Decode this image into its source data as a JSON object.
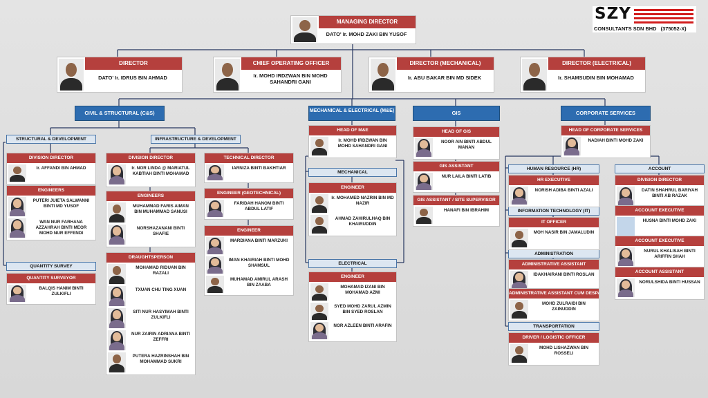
{
  "logo": {
    "brand": "SZY",
    "company": "CONSULTANTS SDN BHD",
    "reg": "(375052-X)"
  },
  "md": {
    "title": "MANAGING DIRECTOR",
    "name": "DATO' Ir. MOHD ZAKI BIN YUSOF"
  },
  "directors": [
    {
      "title": "DIRECTOR",
      "name": "DATO' Ir. IDRUS BIN AHMAD"
    },
    {
      "title": "CHIEF OPERATING OFFICER",
      "name": "Ir. MOHD IRDZWAN BIN MOHD SAHANDRI GANI"
    },
    {
      "title": "DIRECTOR (MECHANICAL)",
      "name": "Ir. ABU BAKAR BIN MD SIDEK"
    },
    {
      "title": "DIRECTOR (ELECTRICAL)",
      "name": "Ir. SHAMSUDIN BIN MOHAMAD"
    }
  ],
  "sections": {
    "cs": "CIVIL & STRUCTURAL (C&S)",
    "me": "MECHANICAL & ELECTRICAL (M&E)",
    "gis": "GIS",
    "corp": "CORPORATE SERVICES"
  },
  "depts": {
    "structural": "STRUCTURAL  &  DEVELOPMENT",
    "infra": "INFRASTRUCTURE   & DEVELOPMENT",
    "qs": "QUANTITY  SURVEY",
    "mechanical": "MECHANICAL",
    "electrical": "ELECTRICAL",
    "hr": "HUMAN RESOURCE  (HR)",
    "it": "INFORMATION  TECHNOLOGY  (IT)",
    "admin": "ADMINISTRATION",
    "transport": "TRANSPORTATION",
    "account": "ACCOUNT"
  },
  "cards": {
    "sd_dd": {
      "title": "DIVISION  DIRECTOR",
      "names": [
        "Ir.  AFFANDI  BIN  AHMAD"
      ]
    },
    "sd_eng": {
      "title": "ENGINEERS",
      "names": [
        "PUTERI  JUIETA  SALWANNI BINTI  MD YUSOF",
        "WAN  NUR  FARHANA AZZAHRAH  BINTI  MEOR MOHD NUR  EFFENDI"
      ]
    },
    "qs": {
      "title": "QUANTITY  SURVEYOR",
      "names": [
        "BALQIS  HANIM  BINTI ZULKIFLI"
      ]
    },
    "inf_dd": {
      "title": "DIVISION  DIRECTOR",
      "names": [
        "Ir.  NOR  LINDA  @ MARIATUL  KABTIAH  BINTI MOHAMAD"
      ]
    },
    "inf_eng": {
      "title": "ENGINEERS",
      "names": [
        "MUHAMMAD  FARIS AIMAN  BIN  MUHAMMAD SANUSI",
        "NORSHAZANANI  BINTI SHAFIE"
      ]
    },
    "drafts": {
      "title": "DRAUGHTSPERSON",
      "names": [
        "MOHAMAD  RIDUAN  BIN RAZALI",
        "TXUAN  CHU  TING  XUAN",
        "SITI  NUR  HASYIMAH  BINTI ZULKIFLI",
        "NUR  ZAIRIN  ADRIANA BINTI  ZEFFRI",
        "PUTERA  HAZRINSHAH  BIN MOHAMMAD  SUKRI"
      ]
    },
    "tech": {
      "title": "TECHNICAL  DIRECTOR",
      "names": [
        "IARNIZA  BINTI  BAKHTIAR"
      ]
    },
    "geo": {
      "title": "ENGINEER  (GEOTECHNICAL)",
      "names": [
        "FARIDAH  HANOM  BINTI ABDUL  LATIF"
      ]
    },
    "inf_eng2": {
      "title": "ENGINEER",
      "names": [
        "MARDIANA  BINTI MARZUKI",
        "IMAN  KHAIRIAH  BINTI MOHD SHAMSUL",
        "MUHAMAD  AMIRUL ARASH  BIN  ZAABA"
      ]
    },
    "me_head": {
      "title": "HEAD OF M&E",
      "names": [
        "Ir.  MOHD  IRDZWAN  BIN MOHD  SAHANDRI  GANI"
      ]
    },
    "mech_eng": {
      "title": "ENGINEER",
      "names": [
        "Ir.  MOHAMED  NAZRIN  BIN MD NAZIR",
        "AHMAD  ZAHIRULHAQ  BIN KHAIRUDDIN"
      ]
    },
    "elec_eng": {
      "title": "ENGINEER",
      "names": [
        "MOHAMAD  IZANI  BIN MOHAMAD  AZMI",
        "SYED  MOHD  ZARUL AZMIN  BIN  SYED  ROSLAN",
        "NOR  AZLEEN  BINTI ARAFIN"
      ]
    },
    "gis_head": {
      "title": "HEAD OF GIS",
      "names": [
        "NOOR  AIN  BINTI  ABDUL MANAN"
      ]
    },
    "gis_asst": {
      "title": "GIS ASSISTANT",
      "names": [
        "NUR  LAILA  BINTI  LATIB"
      ]
    },
    "gis_site": {
      "title": "GIS ASSISTANT   /  SITE  SUPERVISOR",
      "names": [
        "HANAFI  BIN  IBRAHIM"
      ]
    },
    "corp_head": {
      "title": "HEAD OF CORPORATE  SERVICES",
      "names": [
        "NADIAH  BINTI  MOHD ZAKI"
      ]
    },
    "hr_exec": {
      "title": "HR EXECUTIVE",
      "names": [
        "NORISH  ADIBA  BINTI AZALI"
      ]
    },
    "it_off": {
      "title": "IT OFFICER",
      "names": [
        "MOH  NASIR  BIN JAMALUDIN"
      ]
    },
    "adm1": {
      "title": "ADMINISTRATIVE   ASSISTANT",
      "names": [
        "IDAKHAIRANI  BINTI ROSLAN"
      ]
    },
    "adm2": {
      "title": "ADMINISTRATIVE   ASSISTANT CUM DESPATCH",
      "names": [
        "MOHD  ZULRAIDI  BIN ZAINUDDIN"
      ]
    },
    "driver": {
      "title": "DRIVER  /  LOGISTIC  OFFICER",
      "names": [
        "MOHD  LISHAZWAN   BIN ROSSELI"
      ]
    },
    "acc_dd": {
      "title": "DIVISION  DIRECTOR",
      "names": [
        "DATIN  SHAHRUL  BARIYAH BINTI  AB  RAZAK"
      ]
    },
    "acc_exec1": {
      "title": "ACCOUNT  EXECUTIVE",
      "names": [
        "HUSNA  BINTI  MOHD  ZAKI"
      ]
    },
    "acc_exec2": {
      "title": "ACCOUNT  EXECUTIVE",
      "names": [
        "NURUL  KHALISAH  BINTI ARIFFIN  SHAH"
      ]
    },
    "acc_asst": {
      "title": "ACCOUNT  ASSISTANT",
      "names": [
        "NORULSHIDA  BINTI HUSSAN"
      ]
    }
  }
}
